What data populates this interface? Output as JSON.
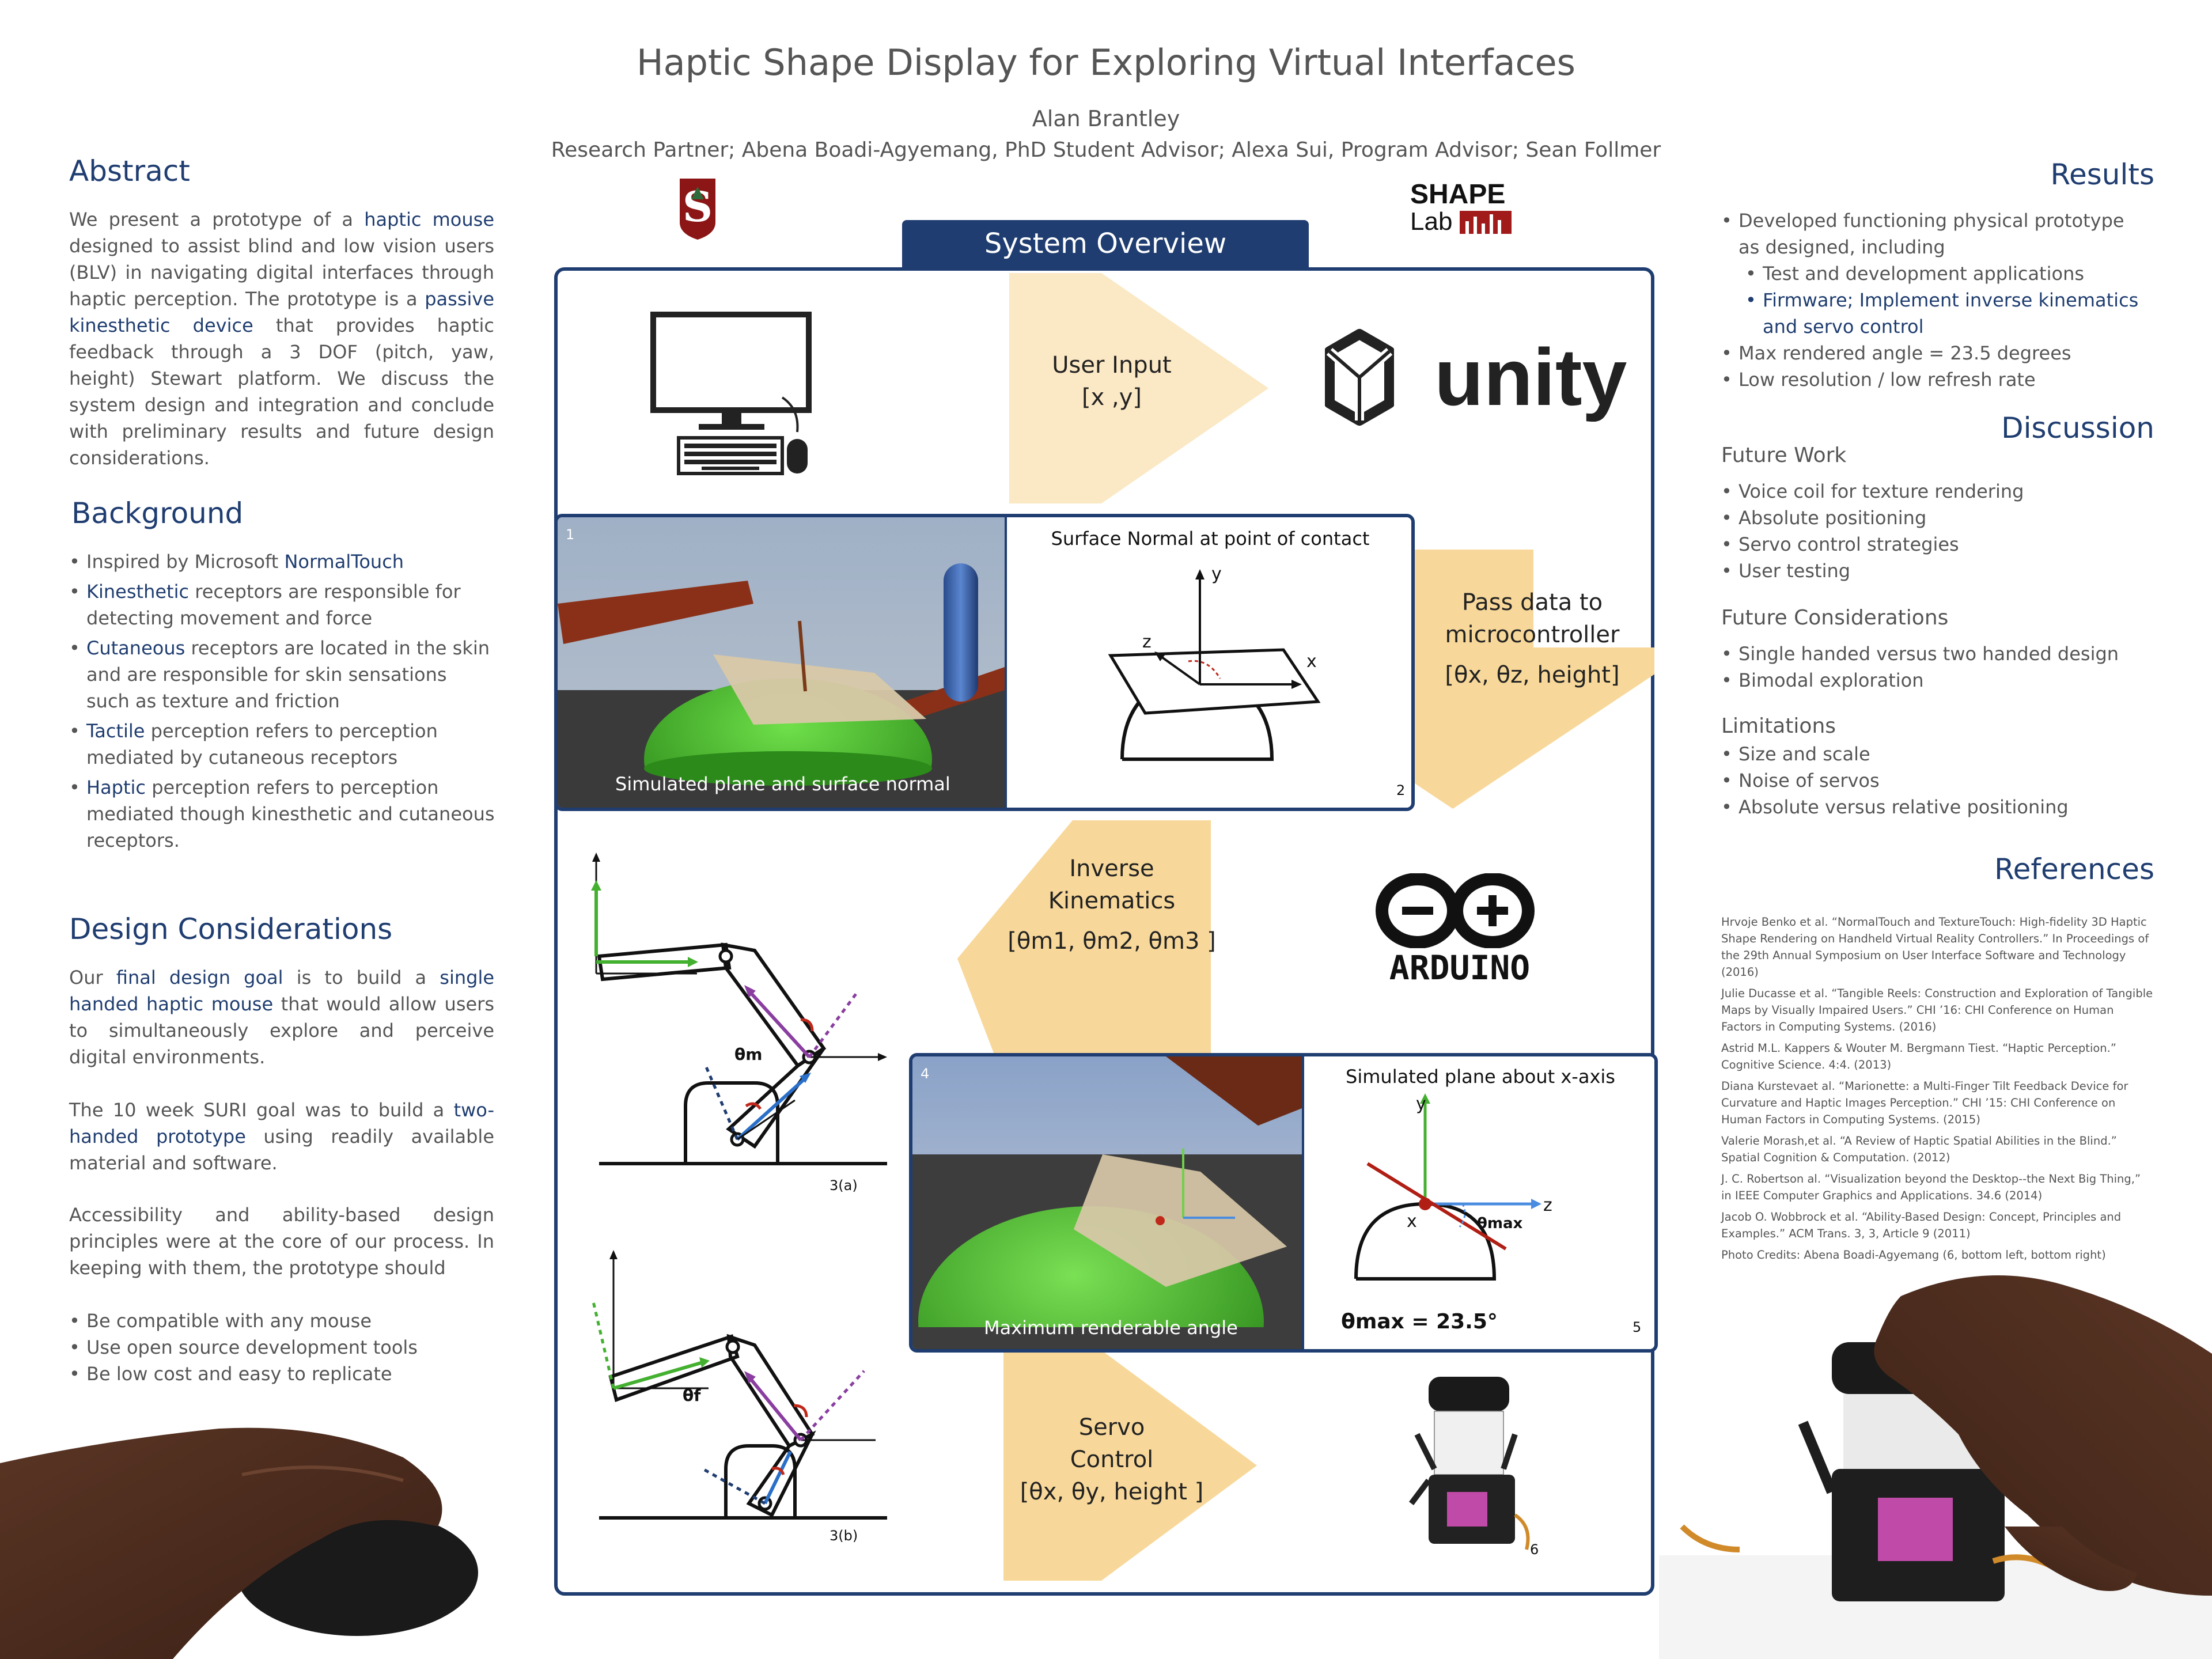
{
  "header": {
    "title": "Haptic Shape Display for Exploring Virtual Interfaces",
    "author": "Alan Brantley",
    "partners": "Research Partner; Abena Boadi-Agyemang, PhD Student Advisor; Alexa Sui, Program Advisor; Sean Follmer"
  },
  "logos": {
    "shape_lab_top": "SHAPE",
    "shape_lab_bottom": "Lab"
  },
  "abstract": {
    "heading": "Abstract",
    "p1": "We present a prototype of a ",
    "p1_hl": "haptic mouse",
    "p2": " designed to assist blind and low vision users (BLV) in navigating digital interfaces through haptic perception. The prototype is a ",
    "p2_hl": "passive kinesthetic device",
    "p3": " that provides haptic feedback through a 3 DOF (pitch, yaw, height) Stewart platform. We discuss the system design and integration and conclude with preliminary results and future design considerations."
  },
  "background": {
    "heading": "Background",
    "items": [
      {
        "pre": "Inspired by Microsoft ",
        "hl": "NormalTouch",
        "post": ""
      },
      {
        "pre": "",
        "hl": "Kinesthetic",
        "post": " receptors are responsible for detecting movement and force"
      },
      {
        "pre": "",
        "hl": "Cutaneous",
        "post": " receptors are located in the skin and are responsible for skin sensations such as texture and friction"
      },
      {
        "pre": "",
        "hl": "Tactile",
        "post": " perception refers to perception mediated by cutaneous receptors"
      },
      {
        "pre": "",
        "hl": "Haptic",
        "post": " perception refers to perception mediated though kinesthetic and cutaneous receptors."
      }
    ]
  },
  "design": {
    "heading": "Design Considerations",
    "p1a": "Our ",
    "p1b": "final design goal",
    "p1c": " is to build a ",
    "p1d": "single handed haptic mouse",
    "p1e": " that would allow users to simultaneously explore and perceive digital environments.",
    "p2a": "The 10 week SURI goal was to build a ",
    "p2b": "two-handed prototype",
    "p2c": " using readily available material and software.",
    "p3": "Accessibility and ability-based design principles were at the core of our process. In keeping with them, the prototype should",
    "items": [
      "Be compatible with any mouse",
      "Use open source development tools",
      "Be low cost and easy to replicate"
    ]
  },
  "results": {
    "heading": "Results",
    "items": [
      "Developed functioning physical prototype as designed, including",
      "Test and development applications",
      "Firmware; Implement inverse kinematics and servo control",
      "Max rendered angle = 23.5 degrees",
      "Low resolution / low refresh rate"
    ]
  },
  "discussion": {
    "heading": "Discussion",
    "future_work": "Future Work",
    "fw_items": [
      "Voice coil for texture rendering",
      "Absolute positioning",
      "Servo control strategies",
      "User testing"
    ],
    "future_considerations": "Future Considerations",
    "fc_items": [
      "Single handed versus two handed design",
      "Bimodal exploration"
    ],
    "limitations": "Limitations",
    "lim_items": [
      "Size and scale",
      "Noise of servos",
      "Absolute versus relative positioning"
    ]
  },
  "references": {
    "heading": "References",
    "items": [
      "Hrvoje Benko et al. “NormalTouch and TextureTouch: High-fidelity 3D Haptic Shape Rendering on Handheld Virtual Reality Controllers.” In Proceedings of the 29th Annual Symposium on User Interface Software and Technology (2016)",
      "Julie Ducasse et al. “Tangible Reels: Construction and Exploration of Tangible Maps by Visually Impaired Users.” CHI ’16: CHI Conference on Human Factors in Computing Systems. (2016)",
      "Astrid M.L. Kappers & Wouter M. Bergmann Tiest. “Haptic Perception.” Cognitive Science. 4:4. (2013)",
      "Diana Kurstevaet al. “Marionette: a Multi-Finger Tilt Feedback Device for Curvature and Haptic Images Perception.” CHI ’15: CHI Conference on Human Factors in Computing Systems. (2015)",
      "Valerie Morash,et al. “A Review of Haptic Spatial Abilities in the Blind.” Spatial Cognition & Computation. (2012)",
      "J. C. Robertson al. “Visualization beyond the Desktop--the Next Big Thing,” in IEEE Computer Graphics and Applications. 34.6 (2014)",
      "Jacob O. Wobbrock et al. “Ability-Based Design: Concept, Principles and Examples.” ACM Trans. 3, 3, Article 9 (2011)",
      "Photo Credits: Abena Boadi-Agyemang (6, bottom left, bottom right)"
    ]
  },
  "overview": {
    "title": "System Overview",
    "user_input": "User Input",
    "user_input_vals": "[x ,y]",
    "unity": "unity",
    "pass_data_1": "Pass data to",
    "pass_data_2": "microcontroller",
    "pass_data_vals": "[θx, θz, height]",
    "ik_1": "Inverse",
    "ik_2": "Kinematics",
    "ik_vals": "[θm1, θm2, θm3 ]",
    "arduino": "ARDUINO",
    "servo_1": "Servo",
    "servo_2": "Control",
    "servo_vals": "[θx, θy, height ]",
    "p1_caption": "Simulated plane and surface normal",
    "p1_num": "1",
    "p2_title": "Surface Normal at point of contact",
    "p2_num": "2",
    "p3a_num": "3(a)",
    "p3b_num": "3(b)",
    "theta_m": "θm",
    "theta_f": "θf",
    "p4_caption": "Maximum renderable angle",
    "p4_num": "4",
    "p5_title": "Simulated plane about x-axis",
    "p5_eq": "θmax = 23.5°",
    "p5_theta": "θmax",
    "p5_num": "5",
    "p6_num": "6",
    "axis_x": "x",
    "axis_y": "y",
    "axis_z": "z"
  }
}
